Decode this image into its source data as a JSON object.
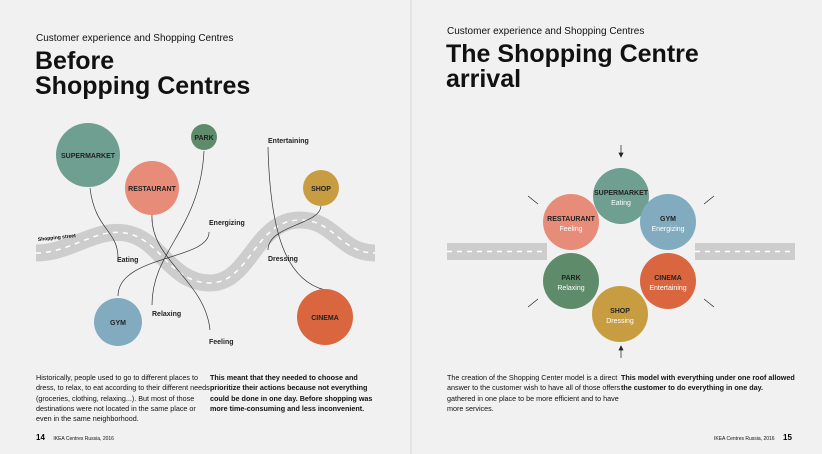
{
  "left": {
    "kicker": "Customer experience and Shopping Centres",
    "title_line1": "Before",
    "title_line2": "Shopping Centres",
    "street_label": "Shopping street",
    "circles": {
      "supermarket": "SUPERMARKET",
      "restaurant": "RESTAURANT",
      "park": "PARK",
      "shop": "SHOP",
      "cinema": "CINEMA",
      "gym": "GYM"
    },
    "feelings": {
      "eating": "Eating",
      "energizing": "Energizing",
      "relaxing": "Relaxing",
      "feeling": "Feeling",
      "entertaining": "Entertaining",
      "dressing": "Dressing"
    },
    "para1": "Historically, people used to go to different places to dress, to relax, to eat according to their different needs (groceries, clothing, relaxing...). But most of those destinations were not located in the same place or even in the same neighborhood.",
    "para2": "This meant that they needed to choose and prioritize their actions because not everything could be done in one day. Before shopping was more time-consuming and less inconvenient.",
    "page_number": "14",
    "footer": "IKEA Centres Russia, 2016"
  },
  "right": {
    "kicker": "Customer experience and Shopping Centres",
    "title_line1": "The Shopping Centre",
    "title_line2": "arrival",
    "circles": [
      {
        "name": "SUPERMARKET",
        "sub": "Eating",
        "color": "#6f9f90"
      },
      {
        "name": "GYM",
        "sub": "Energizing",
        "color": "#82abc0"
      },
      {
        "name": "CINEMA",
        "sub": "Entertaining",
        "color": "#d9663e"
      },
      {
        "name": "SHOP",
        "sub": "Dressing",
        "color": "#c89d42"
      },
      {
        "name": "PARK",
        "sub": "Relaxing",
        "color": "#5e8b6a"
      },
      {
        "name": "RESTAURANT",
        "sub": "Feeling",
        "color": "#e88c7a"
      }
    ],
    "para1": "The creation of the Shopping Center model is a direct answer to the customer wish to have all of those offers gathered in one place to be more efficient and to have more services.",
    "para2": "This model with everything under one roof allowed the customer to do everything in one day.",
    "page_number": "15",
    "footer": "IKEA Centres Russia, 2016"
  },
  "colors": {
    "supermarket": "#6f9f90",
    "restaurant": "#e88c7a",
    "park": "#5e8b6a",
    "shop": "#c89d42",
    "cinema": "#d9663e",
    "gym": "#82abc0",
    "road": "#cdcdcd"
  }
}
